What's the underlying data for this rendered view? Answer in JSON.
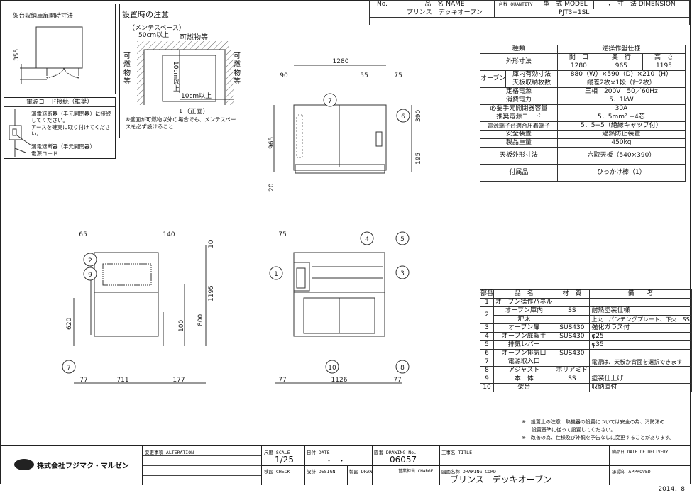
{
  "header": {
    "no_label": "No.",
    "name_label": "品　名 NAME",
    "qty_label": "台数 QUANTITY",
    "model_label": "型　式 MODEL",
    "dim_label": "，　寸　法 DIMENSION",
    "name": "プリンス　デッキオーブン",
    "model": "PJT3−1SL"
  },
  "box_storage": {
    "title": "架台収納庫扉開時寸法",
    "dim": "355"
  },
  "box_install": {
    "title": "設置時の注意",
    "maint": "（メンテスペース）",
    "min50": "50cm以上",
    "flammable_top": "可燃物等",
    "flammable_left": "可燃物等",
    "flammable_right": "可燃物等",
    "min10v": "10cm以上",
    "min10h": "10cm以上",
    "front": "↓（正面）",
    "note": "※壁面が可燃物以外の場合でも、メンテスペースを必ず設けること"
  },
  "box_power": {
    "title": "電源コード接続（推奨）",
    "text1": "漏電遮断器（手元開閉器）に接続してください。",
    "text2": "アースを確実に取り付けてください。",
    "label_breaker": "漏電遮断器（手元開閉器）",
    "label_cord": "電源コード"
  },
  "spec": {
    "type_label": "種類",
    "type_value": "逆操作盤仕様",
    "outer_label": "外形寸法",
    "w_label": "間　口",
    "d_label": "奥　行",
    "h_label": "高　さ",
    "w": "1280",
    "d": "965",
    "h": "1195",
    "oven_label": "オーブン",
    "inner_label": "庫内有効寸法",
    "inner_value": "880（W）×590（D）×210（H）",
    "tray_label": "天板収納枚数",
    "tray_value": "縦差2枚×1段（計2枚）",
    "rows": [
      {
        "label": "定格電源",
        "value": "三相　200V　50／60Hz"
      },
      {
        "label": "消費電力",
        "value": "5．1kW"
      },
      {
        "label": "必要手元開閉器容量",
        "value": "30A"
      },
      {
        "label": "推奨電源コード",
        "value": "5．5mm² −4芯"
      },
      {
        "label": "電源端子台適合圧着端子",
        "value": "5．5−5（絶縁キャップ付）"
      },
      {
        "label": "安全装置",
        "value": "過熱防止装置"
      },
      {
        "label": "製品重量",
        "value": "450kg"
      },
      {
        "label": "天板外形寸法",
        "value": "六取天板（540×390）"
      },
      {
        "label": "付属品",
        "value": "ひっかけ棒（1）"
      }
    ]
  },
  "parts": {
    "headers": [
      "部番",
      "品　名",
      "材　質",
      "備　　考"
    ],
    "rows": [
      [
        "1",
        "オーブン操作パネル",
        "",
        ""
      ],
      [
        "2",
        "オーブン庫内",
        "SS",
        "耐熱塗装仕様"
      ],
      [
        "",
        "炉床",
        "",
        "上火　パンチングプレート、下火　SS"
      ],
      [
        "3",
        "オーブン扉",
        "SUS430",
        "強化ガラス付"
      ],
      [
        "4",
        "オーブン扉取手",
        "SUS430",
        "φ25"
      ],
      [
        "5",
        "排気レバー",
        "",
        "φ35"
      ],
      [
        "6",
        "オーブン排気口",
        "SUS430",
        ""
      ],
      [
        "7",
        "電源取入口",
        "",
        "電源は、天板か背面を選択できます"
      ],
      [
        "8",
        "アジャスト",
        "ポリアミド",
        ""
      ],
      [
        "9",
        "本　体",
        "SS",
        "塗装仕上げ"
      ],
      [
        "10",
        "架台",
        "",
        "収納庫付"
      ]
    ]
  },
  "notes": [
    "※　設置上の注意　熱機器の設置については安全の為、消防法の",
    "設置基準に従って設置してください。",
    "※　改善の為、仕様及び外観を予告なしに変更することがあります。"
  ],
  "dims": {
    "top": {
      "w": "1280",
      "a": "90",
      "b": "55",
      "c": "75",
      "d": "965",
      "e": "390",
      "f": "195",
      "g": "20"
    },
    "side": {
      "a": "65",
      "b": "140",
      "c": "10",
      "d": "1195",
      "e": "800",
      "f": "620",
      "g": "100",
      "h": "77",
      "i": "711",
      "j": "177"
    },
    "front": {
      "a": "75",
      "b": "77",
      "c": "1126",
      "d": "77"
    }
  },
  "callouts": [
    "1",
    "2",
    "3",
    "4",
    "5",
    "6",
    "7",
    "8",
    "9",
    "10"
  ],
  "title_block": {
    "company": "株式会社フジマク・マルゼン",
    "alteration": "変更事項 ALTERATION",
    "scale_label": "尺度 SCALE",
    "scale": "1/25",
    "date_label": "日付 DATE",
    "date": "・　・",
    "drawing_no_label": "図番 DRAWING No.",
    "drawing_no": "06057",
    "title_label": "工事名 TITLE",
    "delivery_label": "納品日 DATE OF DELIVERY",
    "check_label": "検図 CHECK",
    "design_label": "設計 DESIGN",
    "draw_label": "製図 DRAW",
    "charge_label": "営業担当 CHARGE",
    "cord_label": "図面名称 DRAWING CORD",
    "cord": "プリンス　デッキオーブン",
    "approved_label": "承認印 APPROVED"
  },
  "footer_date": "2014．8"
}
